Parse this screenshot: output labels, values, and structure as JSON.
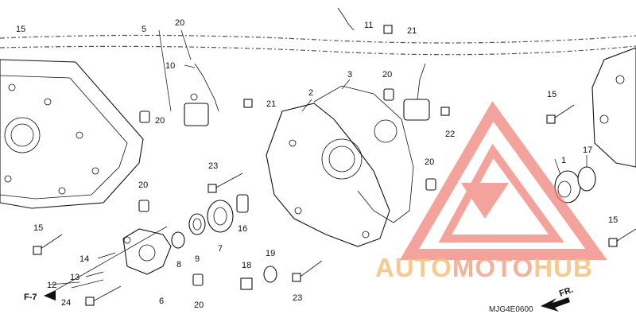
{
  "diagram": {
    "code": "MJG4E0600",
    "arrow_fr": "FR.",
    "arrow_f7": "F-7",
    "callouts": [
      {
        "id": "c15a",
        "text": "15"
      },
      {
        "id": "c5",
        "text": "5"
      },
      {
        "id": "c20a",
        "text": "20"
      },
      {
        "id": "c11",
        "text": "11"
      },
      {
        "id": "c21a",
        "text": "21"
      },
      {
        "id": "c10",
        "text": "10"
      },
      {
        "id": "c2",
        "text": "2"
      },
      {
        "id": "c3",
        "text": "3"
      },
      {
        "id": "c20b",
        "text": "20"
      },
      {
        "id": "c21b",
        "text": "21"
      },
      {
        "id": "c20c",
        "text": "20"
      },
      {
        "id": "c22",
        "text": "22"
      },
      {
        "id": "c15b",
        "text": "15"
      },
      {
        "id": "c1",
        "text": "1"
      },
      {
        "id": "c17",
        "text": "17"
      },
      {
        "id": "c23a",
        "text": "23"
      },
      {
        "id": "c20d",
        "text": "20"
      },
      {
        "id": "c20e",
        "text": "20"
      },
      {
        "id": "c16",
        "text": "16"
      },
      {
        "id": "c15c",
        "text": "15"
      },
      {
        "id": "c14",
        "text": "14"
      },
      {
        "id": "c8",
        "text": "8"
      },
      {
        "id": "c9",
        "text": "9"
      },
      {
        "id": "c7",
        "text": "7"
      },
      {
        "id": "c13",
        "text": "13"
      },
      {
        "id": "c12",
        "text": "12"
      },
      {
        "id": "c18",
        "text": "18"
      },
      {
        "id": "c19",
        "text": "19"
      },
      {
        "id": "c24",
        "text": "24"
      },
      {
        "id": "c6",
        "text": "6"
      },
      {
        "id": "c20f",
        "text": "20"
      },
      {
        "id": "c23b",
        "text": "23"
      },
      {
        "id": "c15d",
        "text": "15"
      }
    ]
  },
  "watermark": {
    "part1": "AUTO",
    "part2": "MOTO",
    "part3": "HUB",
    "color_primary": "#f2a58a",
    "color_secondary": "#f7c07a",
    "logo_color": "#f0857a"
  }
}
